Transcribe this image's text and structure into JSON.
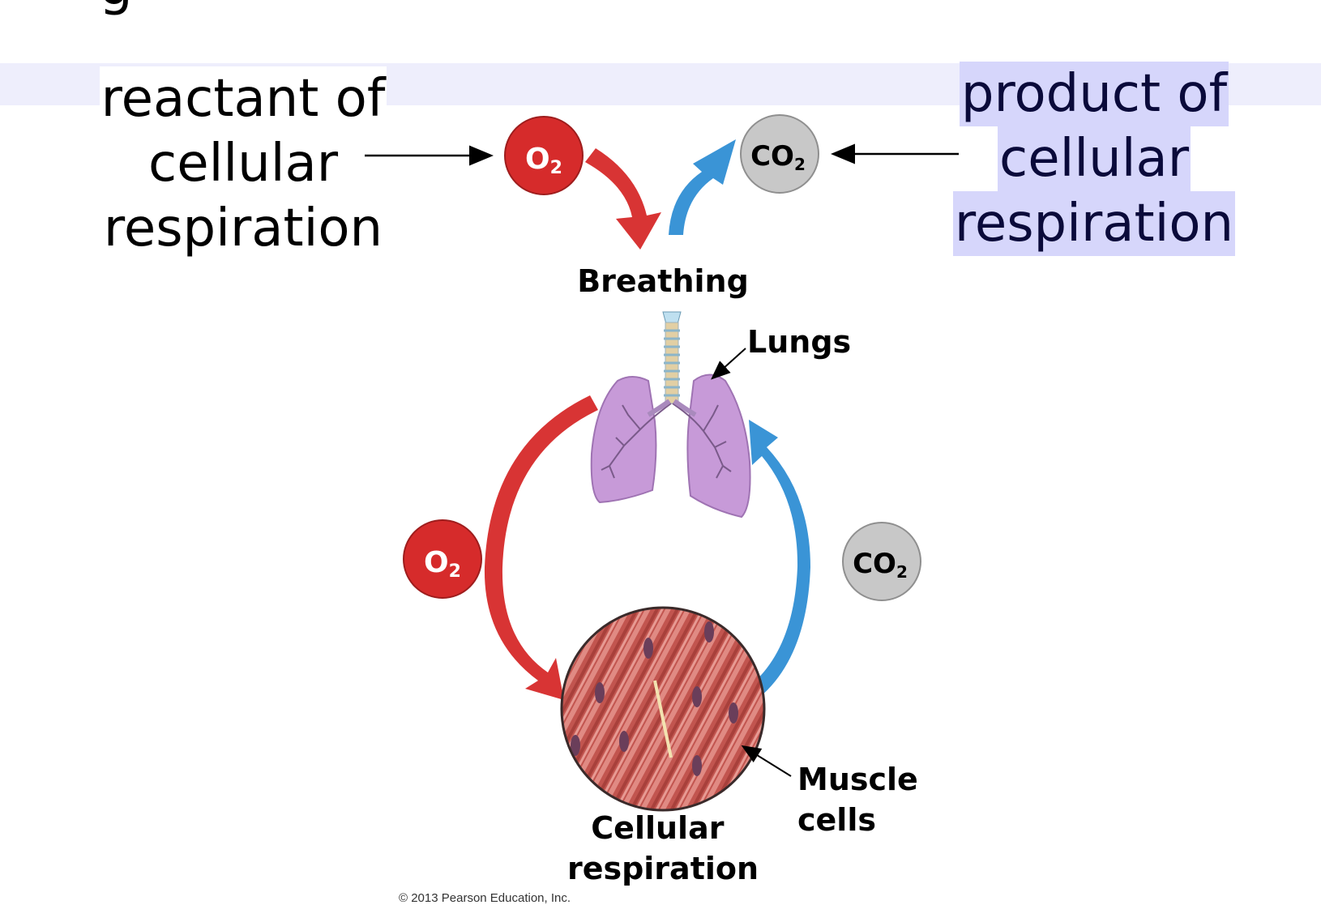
{
  "slide": {
    "top_fragment": "g",
    "left_annotation": [
      "reactant of",
      "cellular",
      "respiration"
    ],
    "right_annotation": [
      "product of",
      "cellular",
      "respiration"
    ]
  },
  "diagram": {
    "breathing": "Breathing",
    "lungs": "Lungs",
    "muscle_cells": [
      "Muscle",
      "cells"
    ],
    "cellular_respiration": [
      "Cellular",
      "respiration"
    ],
    "o2": {
      "main": "O",
      "sub": "2"
    },
    "co2": {
      "main": "CO",
      "sub": "2"
    },
    "copyright": "© 2013 Pearson Education, Inc."
  },
  "colors": {
    "o2_red": "#d62b2b",
    "co2_gray": "#c8c8c8",
    "arrow_red": "#d83434",
    "arrow_blue": "#3a94d6",
    "lung_purple": "#c79ad8",
    "highlight": "#d6d6fb"
  }
}
